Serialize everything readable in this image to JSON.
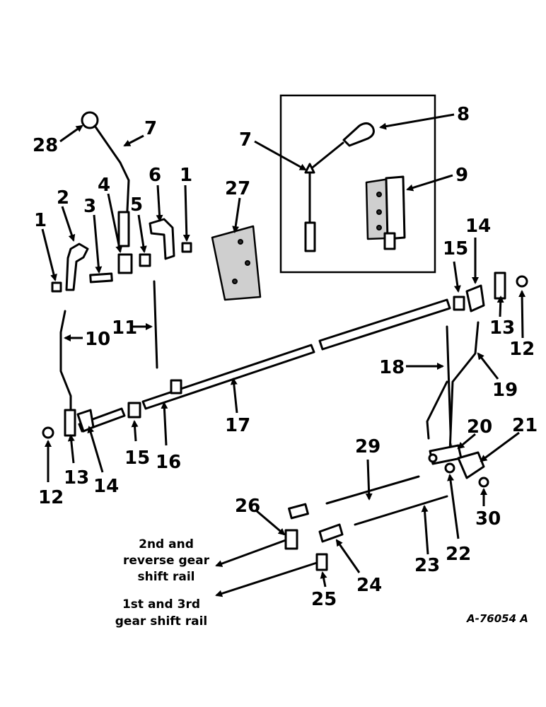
{
  "diagram": {
    "callouts": {
      "c1a": "1",
      "c1b": "1",
      "c2": "2",
      "c3": "3",
      "c4": "4",
      "c5": "5",
      "c6": "6",
      "c7a": "7",
      "c7b": "7",
      "c8": "8",
      "c9": "9",
      "c10": "10",
      "c11": "11",
      "c12a": "12",
      "c12b": "12",
      "c13a": "13",
      "c13b": "13",
      "c14a": "14",
      "c14b": "14",
      "c15a": "15",
      "c15b": "15",
      "c16": "16",
      "c17": "17",
      "c18": "18",
      "c19": "19",
      "c20": "20",
      "c21": "21",
      "c22": "22",
      "c23": "23",
      "c24": "24",
      "c25": "25",
      "c26": "26",
      "c27": "27",
      "c28": "28",
      "c29": "29",
      "c30": "30"
    },
    "captions": {
      "rail_2nd_line1": "2nd and",
      "rail_2nd_line2": "reverse gear",
      "rail_2nd_line3": "shift rail",
      "rail_1st_line1": "1st and 3rd",
      "rail_1st_line2": "gear shift rail"
    },
    "reference_code": "A-76054 A"
  }
}
